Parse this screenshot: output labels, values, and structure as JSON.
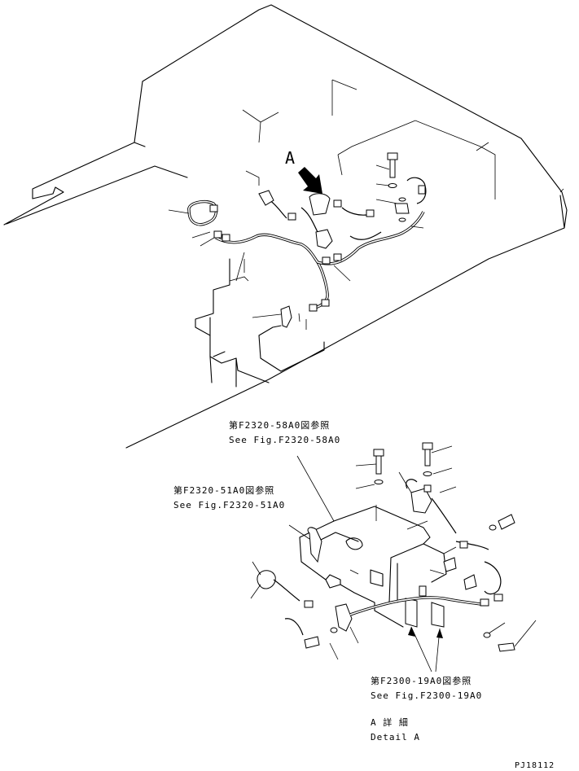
{
  "callouts": {
    "a_marker": "A",
    "ref1_jp": "第F2320-58A0図参照",
    "ref1_en": "See Fig.F2320-58A0",
    "ref2_jp": "第F2320-51A0図参照",
    "ref2_en": "See Fig.F2320-51A0",
    "ref3_jp": "第F2300-19A0図参照",
    "ref3_en": "See Fig.F2300-19A0",
    "detail_jp": "A 詳 細",
    "detail_en": "Detail A",
    "drawing_no": "PJ18112"
  }
}
